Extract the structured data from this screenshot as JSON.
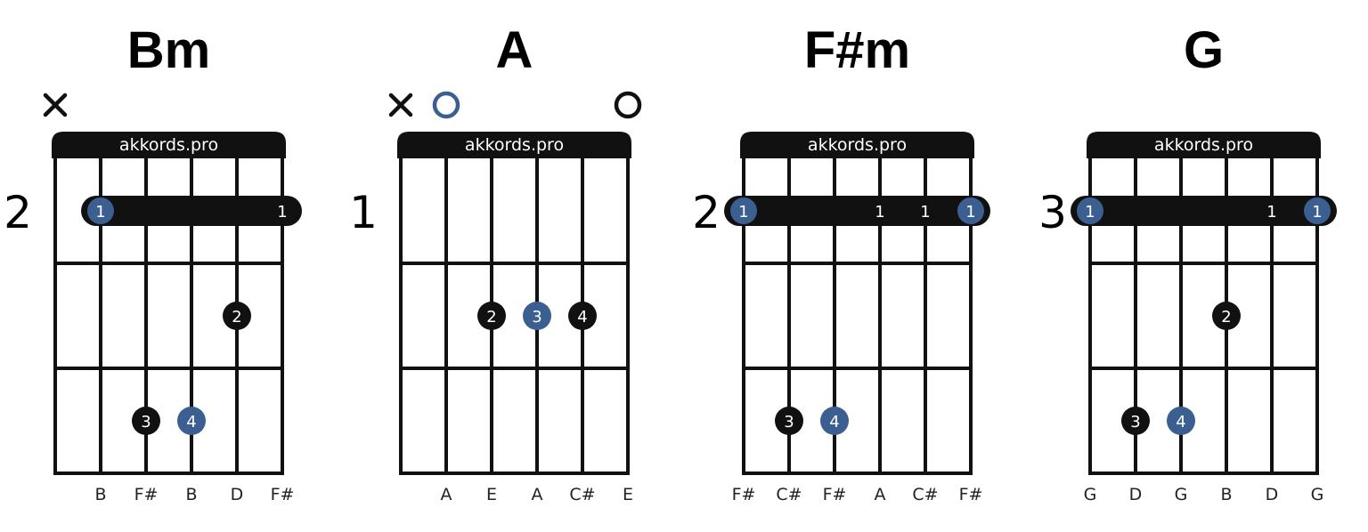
{
  "colors": {
    "ink": "#111111",
    "accent": "#3c5f92",
    "background": "#ffffff",
    "brand_text": "#ffffff"
  },
  "chords": [
    {
      "name": "Bm",
      "brand": "akkords.pro",
      "start_fret": "2",
      "markers": [
        "x",
        "",
        "",
        "",
        "",
        ""
      ],
      "barre": {
        "fret": 1,
        "from": 1,
        "to": 5,
        "labels": [
          {
            "string": 1,
            "text": "1",
            "root": true
          },
          {
            "string": 5,
            "text": "1",
            "root": false
          }
        ]
      },
      "dots": [
        {
          "string": 4,
          "fret": 2,
          "finger": "2",
          "root": false
        },
        {
          "string": 2,
          "fret": 3,
          "finger": "3",
          "root": false
        },
        {
          "string": 3,
          "fret": 3,
          "finger": "4",
          "root": true
        }
      ],
      "notes": [
        "",
        "B",
        "F#",
        "B",
        "D",
        "F#"
      ]
    },
    {
      "name": "A",
      "brand": "akkords.pro",
      "start_fret": "1",
      "markers": [
        "x",
        "o-root",
        "",
        "",
        "",
        "o"
      ],
      "barre": null,
      "dots": [
        {
          "string": 2,
          "fret": 2,
          "finger": "2",
          "root": false
        },
        {
          "string": 3,
          "fret": 2,
          "finger": "3",
          "root": true
        },
        {
          "string": 4,
          "fret": 2,
          "finger": "4",
          "root": false
        }
      ],
      "notes": [
        "",
        "A",
        "E",
        "A",
        "C#",
        "E"
      ]
    },
    {
      "name": "F#m",
      "brand": "akkords.pro",
      "start_fret": "2",
      "markers": [
        "",
        "",
        "",
        "",
        "",
        ""
      ],
      "barre": {
        "fret": 1,
        "from": 0,
        "to": 5,
        "labels": [
          {
            "string": 0,
            "text": "1",
            "root": true
          },
          {
            "string": 3,
            "text": "1",
            "root": false
          },
          {
            "string": 4,
            "text": "1",
            "root": false
          },
          {
            "string": 5,
            "text": "1",
            "root": true
          }
        ]
      },
      "dots": [
        {
          "string": 1,
          "fret": 3,
          "finger": "3",
          "root": false
        },
        {
          "string": 2,
          "fret": 3,
          "finger": "4",
          "root": true
        }
      ],
      "notes": [
        "F#",
        "C#",
        "F#",
        "A",
        "C#",
        "F#"
      ]
    },
    {
      "name": "G",
      "brand": "akkords.pro",
      "start_fret": "3",
      "markers": [
        "",
        "",
        "",
        "",
        "",
        ""
      ],
      "barre": {
        "fret": 1,
        "from": 0,
        "to": 5,
        "labels": [
          {
            "string": 0,
            "text": "1",
            "root": true
          },
          {
            "string": 4,
            "text": "1",
            "root": false
          },
          {
            "string": 5,
            "text": "1",
            "root": true
          }
        ]
      },
      "dots": [
        {
          "string": 3,
          "fret": 2,
          "finger": "2",
          "root": false
        },
        {
          "string": 1,
          "fret": 3,
          "finger": "3",
          "root": false
        },
        {
          "string": 2,
          "fret": 3,
          "finger": "4",
          "root": true
        }
      ],
      "notes": [
        "G",
        "D",
        "G",
        "B",
        "D",
        "G"
      ]
    }
  ]
}
